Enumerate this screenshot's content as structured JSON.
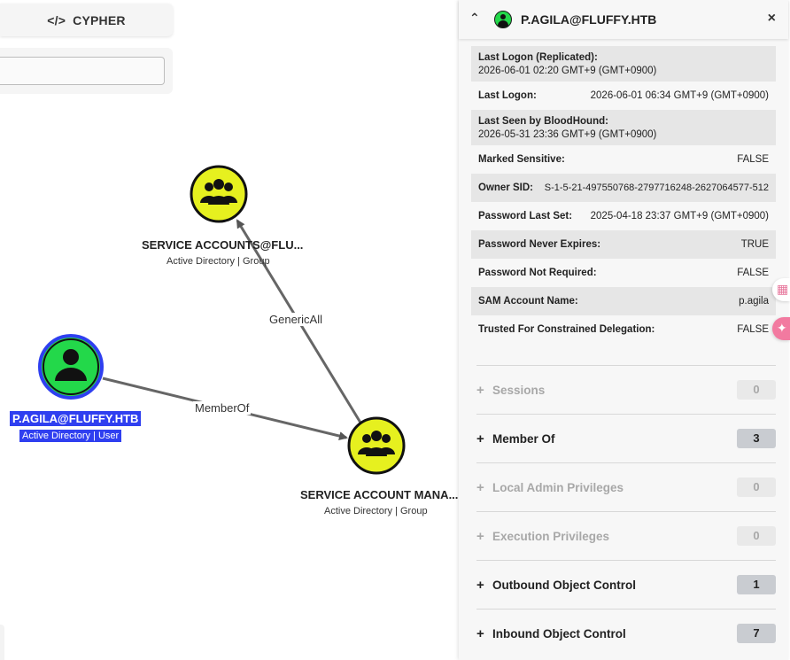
{
  "top_bar": {
    "cypher_label": "CYPHER",
    "code_icon": "</>"
  },
  "search": {
    "value": "",
    "placeholder": ""
  },
  "graph": {
    "nodes": {
      "service_accounts": {
        "label": "SERVICE ACCOUNTS@FLU...",
        "sub": "Active Directory | Group",
        "icon": "group-icon",
        "color": "#e6f01f"
      },
      "service_account_managers": {
        "label": "SERVICE ACCOUNT MANA...",
        "sub": "Active Directory | Group",
        "icon": "group-icon",
        "color": "#e6f01f"
      },
      "user": {
        "label": "P.AGILA@FLUFFY.HTB",
        "sub": "Active Directory | User",
        "icon": "user-icon",
        "color": "#23d84a",
        "selected_color": "#2f3ff0"
      }
    },
    "edges": {
      "generic_all": "GenericAll",
      "member_of": "MemberOf"
    }
  },
  "panel": {
    "title": "P.AGILA@FLUFFY.HTB",
    "collapse_icon": "⌃⌃",
    "close_icon": "×",
    "properties": [
      {
        "key": "Last Logon (Replicated):",
        "value": "2026-06-01 02:20 GMT+9 (GMT+0900)"
      },
      {
        "key": "Last Logon:",
        "value": "2026-06-01 06:34 GMT+9 (GMT+0900)"
      },
      {
        "key": "Last Seen by BloodHound:",
        "value": "2026-05-31 23:36 GMT+9 (GMT+0900)"
      },
      {
        "key": "Marked Sensitive:",
        "value": "FALSE"
      },
      {
        "key": "Owner SID:",
        "value": "S-1-5-21-497550768-2797716248-2627064577-512"
      },
      {
        "key": "Password Last Set:",
        "value": "2025-04-18 23:37 GMT+9 (GMT+0900)"
      },
      {
        "key": "Password Never Expires:",
        "value": "TRUE"
      },
      {
        "key": "Password Not Required:",
        "value": "FALSE"
      },
      {
        "key": "SAM Account Name:",
        "value": "p.agila"
      },
      {
        "key": "Trusted For Constrained Delegation:",
        "value": "FALSE"
      }
    ],
    "sections": [
      {
        "label": "Sessions",
        "count": "0"
      },
      {
        "label": "Member Of",
        "count": "3"
      },
      {
        "label": "Local Admin Privileges",
        "count": "0"
      },
      {
        "label": "Execution Privileges",
        "count": "0"
      },
      {
        "label": "Outbound Object Control",
        "count": "1"
      },
      {
        "label": "Inbound Object Control",
        "count": "7"
      }
    ]
  },
  "accent_colors": {
    "group": "#e6f01f",
    "user": "#23d84a",
    "selection": "#2f3ff0"
  }
}
